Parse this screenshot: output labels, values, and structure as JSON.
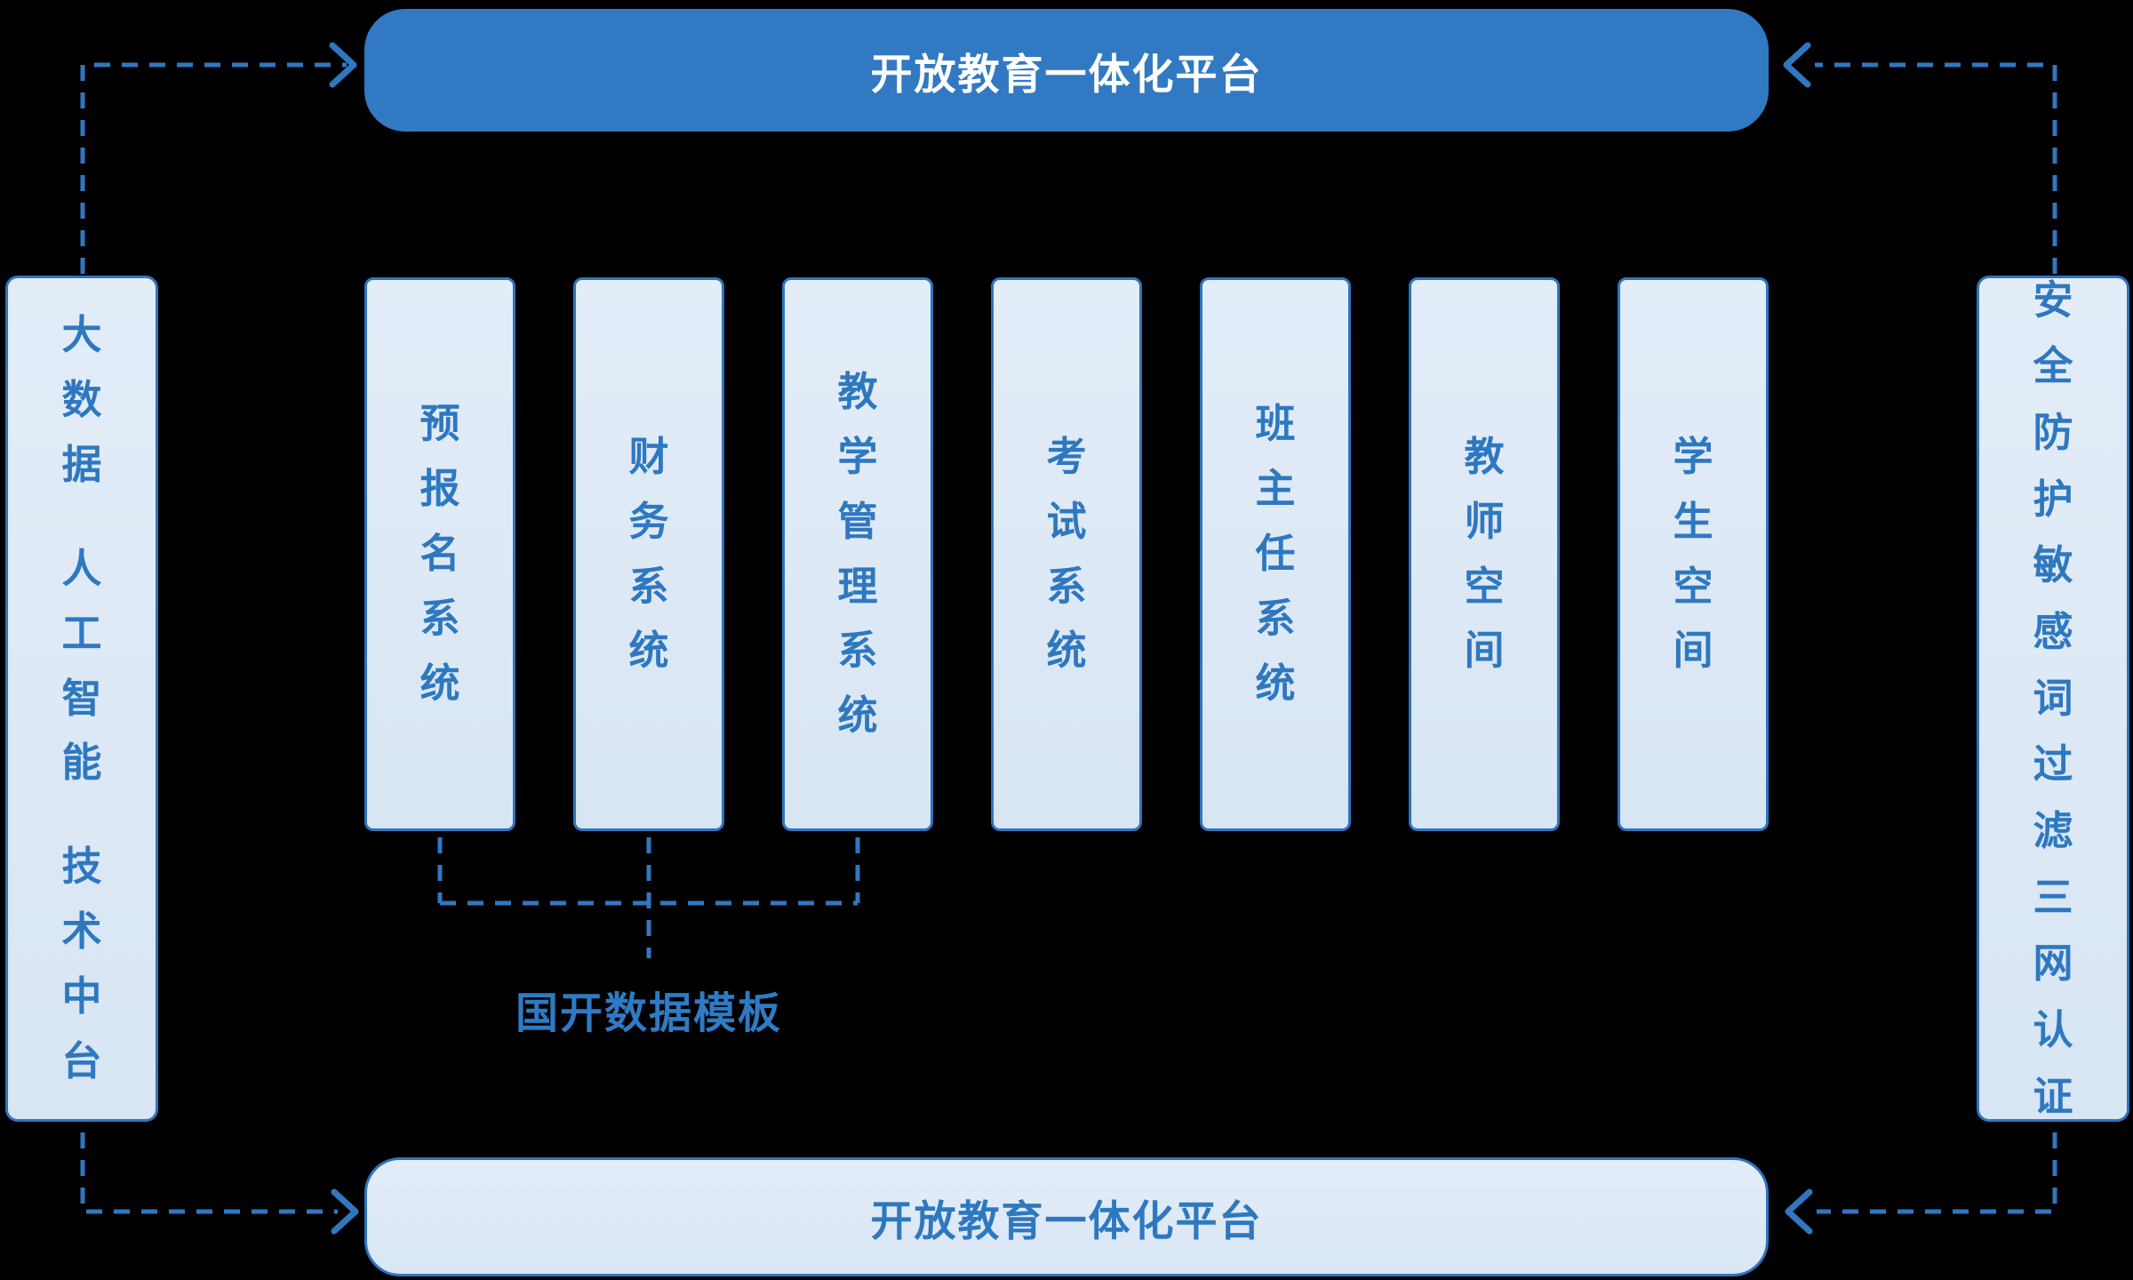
{
  "platform_banner_top": {
    "label": "开放教育一体化平台"
  },
  "platform_banner_bottom": {
    "label": "开放教育一体化平台"
  },
  "left_panel": {
    "lines": [
      "大数据",
      "人工智能",
      "技术中台"
    ]
  },
  "right_panel": {
    "lines": [
      "安全防护敏感词过滤三网认证"
    ]
  },
  "systems": [
    {
      "label": "预报名系统"
    },
    {
      "label": "财务系统"
    },
    {
      "label": "教学管理系统"
    },
    {
      "label": "考试系统"
    },
    {
      "label": "班主任系统"
    },
    {
      "label": "教师空间"
    },
    {
      "label": "学生空间"
    }
  ],
  "data_template": {
    "label": "国开数据模板"
  },
  "colors": {
    "background": "#000000",
    "banner_blue": "#3179c3",
    "box_fill_light": "#dde8f5",
    "border_blue": "#2e74c0",
    "text_blue": "#2e78c0",
    "dashed_line_blue": "#3077c0",
    "banner_text_white": "#ffffff"
  }
}
